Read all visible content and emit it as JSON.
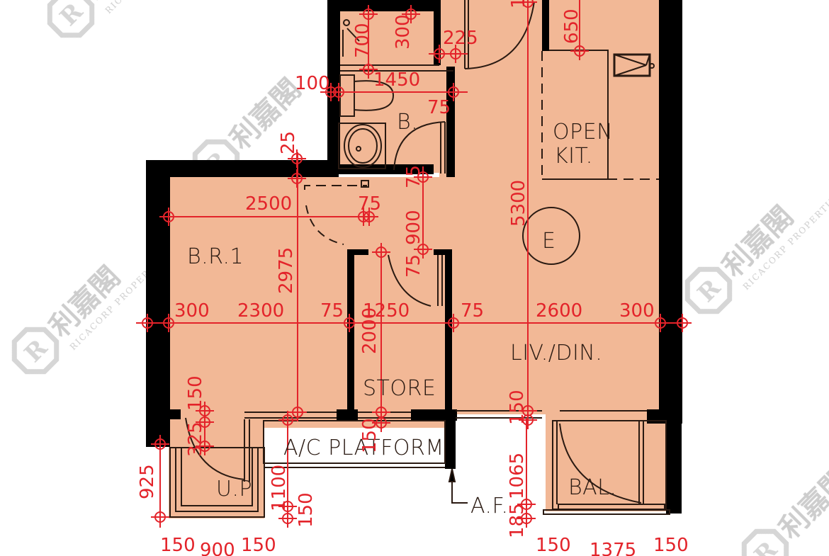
{
  "colors": {
    "floor": "#f2b896",
    "wall": "#000000",
    "dimension": "#e3232a",
    "outline": "#2a1a12",
    "watermark": "#d0d0d0",
    "background": "#ffffff"
  },
  "watermark": {
    "brand_cn": "利嘉閣",
    "brand_en": "RICACORP PROPERTIES"
  },
  "rooms": {
    "bathroom": "B.",
    "open_kitchen_line1": "OPEN",
    "open_kitchen_line2": "KIT.",
    "bedroom": "B.R.1",
    "unit_marker": "E",
    "store": "STORE",
    "living_dining": "LIV./DIN.",
    "ac_platform": "A/C PLATFORM",
    "utility_platform": "U.P.",
    "balcony": "BAL.",
    "architectural_feature": "A.F."
  },
  "dimensions": {
    "bath_700": "700",
    "bath_300": "300",
    "corr_225": "225",
    "top_1": "1",
    "kit_650": "650",
    "bath_100": "100",
    "bath_1450": "1450",
    "bath_75": "75",
    "br_25": "25",
    "br_2500": "2500",
    "br_75": "75",
    "corr_75a": "75",
    "corr_900": "900",
    "corr_75b": "75",
    "br_2975": "2975",
    "liv_5300": "5300",
    "row_300_left": "300",
    "row_2300": "2300",
    "row_75_left": "75",
    "row_1250": "1250",
    "row_75_right": "75",
    "row_2600": "2600",
    "row_300_right": "300",
    "store_2000": "2000",
    "up_150": "150",
    "up_325": "325",
    "up_925": "925",
    "ac_1100": "1100",
    "ac_150": "150",
    "ac_150b": "150",
    "bal_150": "150",
    "bal_1065": "1065",
    "bal_185": "185",
    "bottom_up_150_left": "150",
    "bottom_up_900": "900",
    "bottom_up_150_right": "150",
    "bottom_bal_150_left": "150",
    "bottom_bal_1375": "1375",
    "bottom_bal_150_right": "150"
  }
}
